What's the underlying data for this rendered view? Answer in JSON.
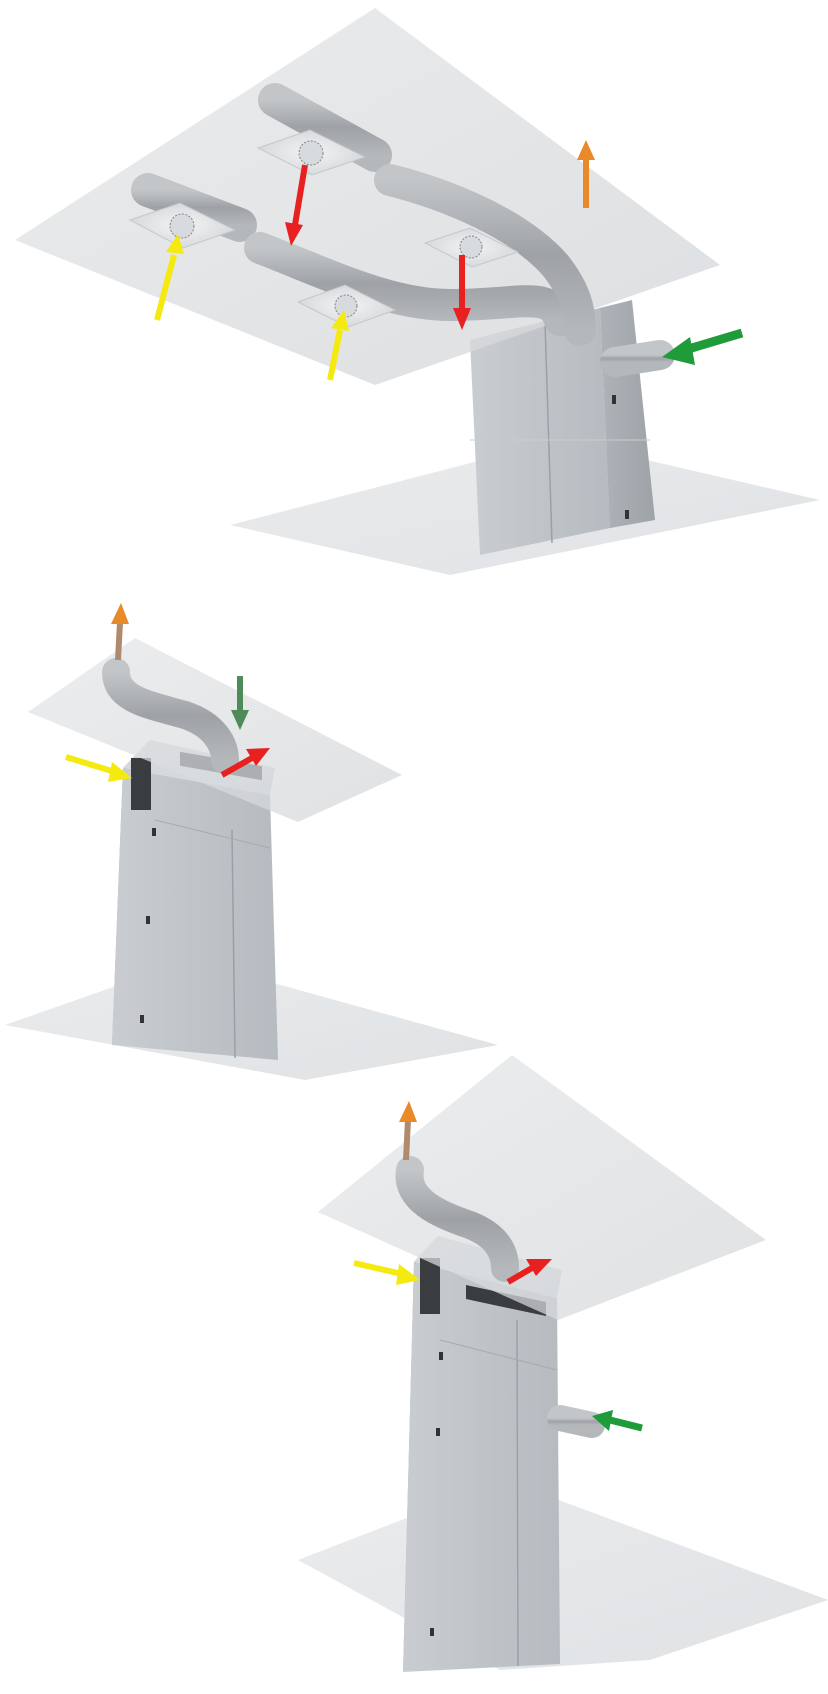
{
  "diagram": {
    "colors": {
      "supply_air": "#e8201f",
      "extract_air": "#f5ea10",
      "outdoor_air": "#1f9b3a",
      "exhaust_air": "#e8892a",
      "outdoor_air_muted": "#4f8a5a",
      "ceiling": "#dcdfe1",
      "floor": "#e2e5e7",
      "unit_body": "#bfc4c9",
      "duct": "#a9adb1"
    },
    "panels": [
      {
        "id": "installation-1",
        "layout": "ceiling-ducted"
      },
      {
        "id": "installation-2",
        "layout": "floor-standing-roof-intake"
      },
      {
        "id": "installation-3",
        "layout": "floor-standing-wall-intake"
      }
    ]
  }
}
